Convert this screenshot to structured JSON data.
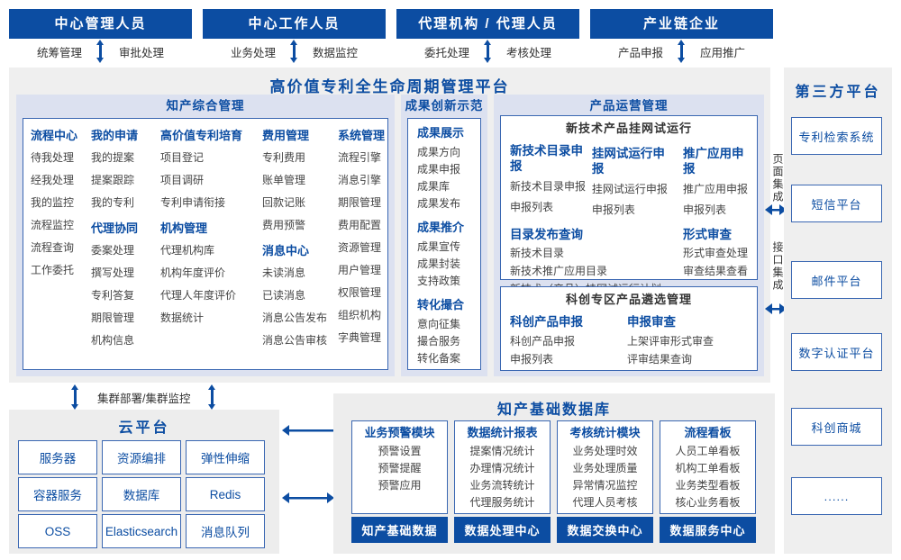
{
  "colors": {
    "brand": "#0C4DA2",
    "box_border": "#3A67B2",
    "section_bg": "#DCE1F0",
    "panel_bg": "#EFEFEF",
    "item_text": "#444444"
  },
  "actors": [
    {
      "title": "中心管理人员",
      "left": "统筹管理",
      "right": "审批处理"
    },
    {
      "title": "中心工作人员",
      "left": "业务处理",
      "right": "数据监控"
    },
    {
      "title": "代理机构 / 代理人员",
      "left": "委托处理",
      "right": "考核处理"
    },
    {
      "title": "产业链企业",
      "left": "产品申报",
      "right": "应用推广"
    }
  ],
  "platform": {
    "title": "高价值专利全生命周期管理平台",
    "ip_mgmt": {
      "title": "知产综合管理",
      "columns": [
        [
          {
            "header": "流程中心",
            "items": [
              "待我处理",
              "经我处理",
              "我的监控",
              "流程监控",
              "流程查询",
              "工作委托"
            ]
          }
        ],
        [
          {
            "header": "我的申请",
            "items": [
              "我的提案",
              "提案跟踪",
              "我的专利"
            ]
          },
          {
            "header": "代理协同",
            "items": [
              "委案处理",
              "撰写处理",
              "专利答复",
              "期限管理",
              "机构信息"
            ]
          }
        ],
        [
          {
            "header": "高价值专利培育",
            "items": [
              "项目登记",
              "项目调研",
              "专利申请衔接"
            ]
          },
          {
            "header": "机构管理",
            "items": [
              "代理机构库",
              "机构年度评价",
              "代理人年度评价",
              "数据统计"
            ]
          }
        ],
        [
          {
            "header": "费用管理",
            "items": [
              "专利费用",
              "账单管理",
              "回款记账",
              "费用预警"
            ]
          },
          {
            "header": "消息中心",
            "items": [
              "未读消息",
              "已读消息",
              "消息公告发布",
              "消息公告审核"
            ]
          }
        ],
        [
          {
            "header": "系统管理",
            "items": [
              "流程引擎",
              "消息引擎",
              "期限管理",
              "费用配置",
              "资源管理",
              "用户管理",
              "权限管理",
              "组织机构",
              "字典管理"
            ]
          }
        ]
      ]
    },
    "achievement": {
      "title": "成果创新示范",
      "groups": [
        {
          "header": "成果展示",
          "items": [
            "成果方向",
            "成果申报",
            "成果库",
            "成果发布"
          ]
        },
        {
          "header": "成果推介",
          "items": [
            "成果宣传",
            "成果封装",
            "支持政策"
          ]
        },
        {
          "header": "转化撮合",
          "items": [
            "意向征集",
            "撮合服务",
            "转化备案"
          ]
        }
      ]
    },
    "product_ops": {
      "title": "产品运营管理",
      "trial": {
        "title": "新技术产品挂网试运行",
        "groups_row1": [
          {
            "header": "新技术目录申报",
            "items": [
              "新技术目录申报",
              "申报列表"
            ]
          },
          {
            "header": "挂网试运行申报",
            "items": [
              "挂网试运行申报",
              "申报列表"
            ]
          },
          {
            "header": "推广应用申报",
            "items": [
              "推广应用申报",
              "申报列表"
            ]
          }
        ],
        "groups_row2": [
          {
            "header": "目录发布查询",
            "inline": true,
            "items": [
              "新技术目录",
              "新技术推广应用目录",
              "新技术（产品）挂网试运行计划"
            ]
          },
          {
            "header": "形式审查",
            "items": [
              "形式审查处理",
              "审查结果查看"
            ]
          }
        ]
      },
      "selection": {
        "title": "科创专区产品遴选管理",
        "groups": [
          {
            "header": "科创产品申报",
            "items": [
              "科创产品申报",
              "申报列表"
            ]
          },
          {
            "header": "申报审查",
            "items": [
              "上架评审形式审查",
              "评审结果查询"
            ]
          }
        ]
      }
    }
  },
  "integration": {
    "page": "页面集成",
    "api": "接口集成"
  },
  "third_party": {
    "title": "第三方平台",
    "boxes": [
      "专利检索系统",
      "短信平台",
      "邮件平台",
      "数字认证平台",
      "科创商城",
      "......"
    ]
  },
  "cluster_label": "集群部署/集群监控",
  "cloud": {
    "title": "云平台",
    "boxes": [
      "服务器",
      "资源编排",
      "弹性伸缩",
      "容器服务",
      "数据库",
      "Redis",
      "OSS",
      "Elasticsearch",
      "消息队列"
    ]
  },
  "database": {
    "title": "知产基础数据库",
    "modules": [
      {
        "header": "业务预警模块",
        "items": [
          "预警设置",
          "预警提醒",
          "预警应用"
        ],
        "footer": "知产基础数据"
      },
      {
        "header": "数据统计报表",
        "items": [
          "提案情况统计",
          "办理情况统计",
          "业务流转统计",
          "代理服务统计"
        ],
        "footer": "数据处理中心"
      },
      {
        "header": "考核统计模块",
        "items": [
          "业务处理时效",
          "业务处理质量",
          "异常情况监控",
          "代理人员考核"
        ],
        "footer": "数据交换中心"
      },
      {
        "header": "流程看板",
        "items": [
          "人员工单看板",
          "机构工单看板",
          "业务类型看板",
          "核心业务看板"
        ],
        "footer": "数据服务中心"
      }
    ]
  }
}
